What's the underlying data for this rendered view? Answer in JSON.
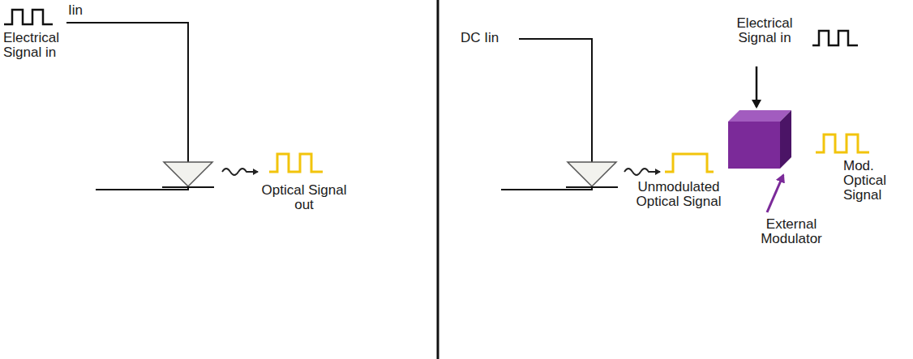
{
  "diagram": {
    "labels": [
      "Iin",
      "Electrical Signal in",
      "Optical Signal out",
      "DC Iin",
      "Electrical Signal in",
      "Unmodulated Optical Signal",
      "External Modulator",
      "Mod. Optical Signal"
    ]
  }
}
